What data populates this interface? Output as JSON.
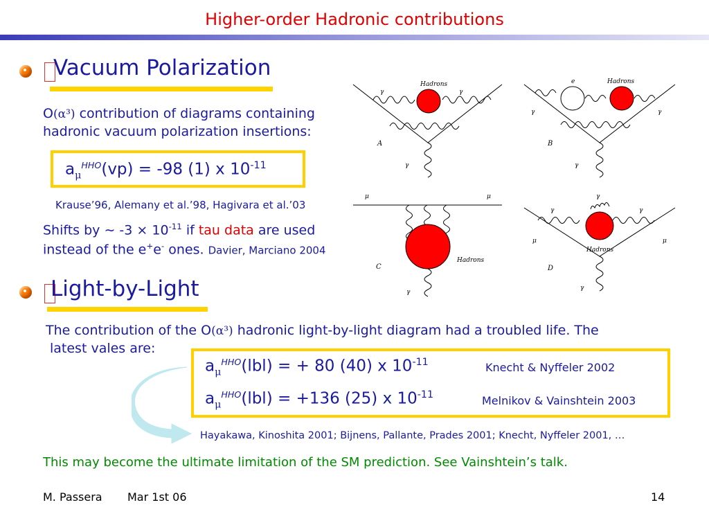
{
  "slide": {
    "title": "Higher-order Hadronic contributions",
    "section1": {
      "heading": "Vacuum Polarization",
      "intro_line1_pre": "O",
      "intro_alpha": "(α³)",
      "intro_line1_post": " contribution of diagrams containing",
      "intro_line2": "hadronic vacuum polarization insertions:",
      "eq": {
        "a": "a",
        "mu": "μ",
        "sup": "HHO",
        "body": "(vp) = -98 (1) x 10",
        "exp": "-11"
      },
      "citation": "Krause’96, Alemany et al.’98, Hagivara et al.’03",
      "shift_pre": "Shifts by ",
      "shift_sim": "∼",
      "shift_mid": " -3 ",
      "shift_times": "×",
      "shift_ten": " 10",
      "shift_exp": "-11",
      "shift_if": " if ",
      "shift_tau": "tau data",
      "shift_post": " are used",
      "line2_pre": "instead of the e",
      "line2_plus": "+",
      "line2_e": "e",
      "line2_minus": "-",
      "line2_post": " ones.",
      "line2_cite": "Davier, Marciano 2004"
    },
    "section2": {
      "heading": "Light-by-Light",
      "para_pre": "The contribution of the O",
      "para_alpha": "(α³)",
      "para_post": " hadronic light-by-light diagram had a troubled life. The",
      "para_line2": "latest vales are:",
      "eq1": {
        "a": "a",
        "mu": "μ",
        "sup": "HHO",
        "body": "(lbl) = + 80 (40) x 10",
        "exp": "-11",
        "cite": "Knecht & Nyffeler 2002"
      },
      "eq2": {
        "a": "a",
        "mu": "μ",
        "sup": "HHO",
        "body": "(lbl) = +136 (25) x 10",
        "exp": "-11",
        "cite": "Melnikov & Vainshtein 2003"
      },
      "citation": "Hayakawa, Kinoshita 2001; Bijnens, Pallante, Prades 2001; Knecht, Nyffeler 2001, …",
      "conclusion": "This may become the ultimate limitation of the SM prediction. See Vainshtein’s talk."
    },
    "diagrams": {
      "A": {
        "label": "A",
        "blob": "Hadrons",
        "gamma": "γ"
      },
      "B": {
        "label": "B",
        "blob": "Hadrons",
        "e": "e",
        "gamma": "γ"
      },
      "C": {
        "label": "C",
        "blob": "Hadrons",
        "mu": "μ",
        "gamma": "γ"
      },
      "D": {
        "label": "D",
        "blob": "Hadrons",
        "mu": "μ",
        "gamma": "γ"
      }
    },
    "footer": {
      "author": "M. Passera",
      "date": "Mar 1st 06",
      "page": "14"
    },
    "colors": {
      "title": "#e00000",
      "text": "#1a1aa0",
      "accent": "#ffcf00",
      "blob": "#ff0000",
      "green": "#008a00"
    }
  }
}
